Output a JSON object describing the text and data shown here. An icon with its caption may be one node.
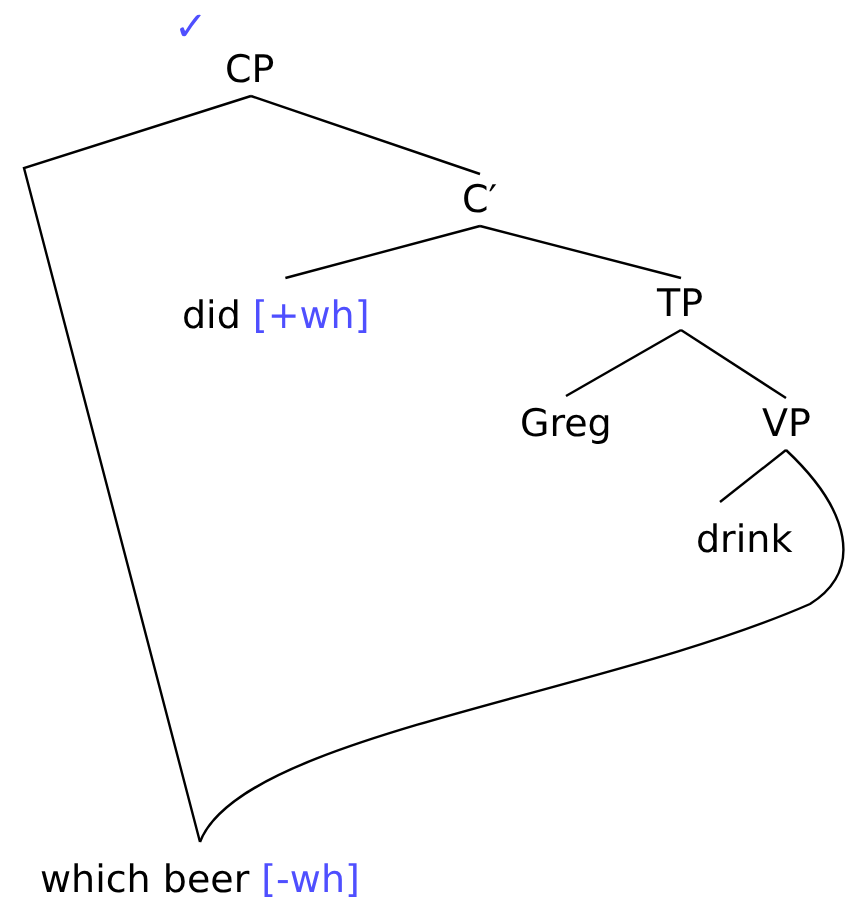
{
  "diagram": {
    "nodes": [
      {
        "text": [
          "CP"
        ],
        "beside": [
          "✓"
        ]
      },
      {
        "text": [
          "C′"
        ]
      },
      {
        "text": [
          "did",
          "[+wh]"
        ]
      },
      {
        "text": [
          "TP"
        ]
      },
      {
        "text": [
          "Greg"
        ]
      },
      {
        "text": [
          "VP"
        ]
      },
      {
        "text": [
          "drink"
        ]
      },
      {
        "text": [
          "which beer",
          "[-wh]"
        ]
      }
    ],
    "edges": [
      {
        "from": 0,
        "to": 1,
        "arrow": "none"
      },
      {
        "from": 1,
        "to": 2,
        "arrow": "none"
      },
      {
        "from": 1,
        "to": 3,
        "arrow": "none"
      },
      {
        "from": 3,
        "to": 4,
        "arrow": "none"
      },
      {
        "from": 3,
        "to": 5,
        "arrow": "none"
      },
      {
        "from": 5,
        "to": 6,
        "arrow": "none"
      },
      {
        "from": 0,
        "to": 7,
        "arrow": "none"
      },
      {
        "from": 5,
        "to": 7,
        "arrow": "none"
      }
    ]
  }
}
